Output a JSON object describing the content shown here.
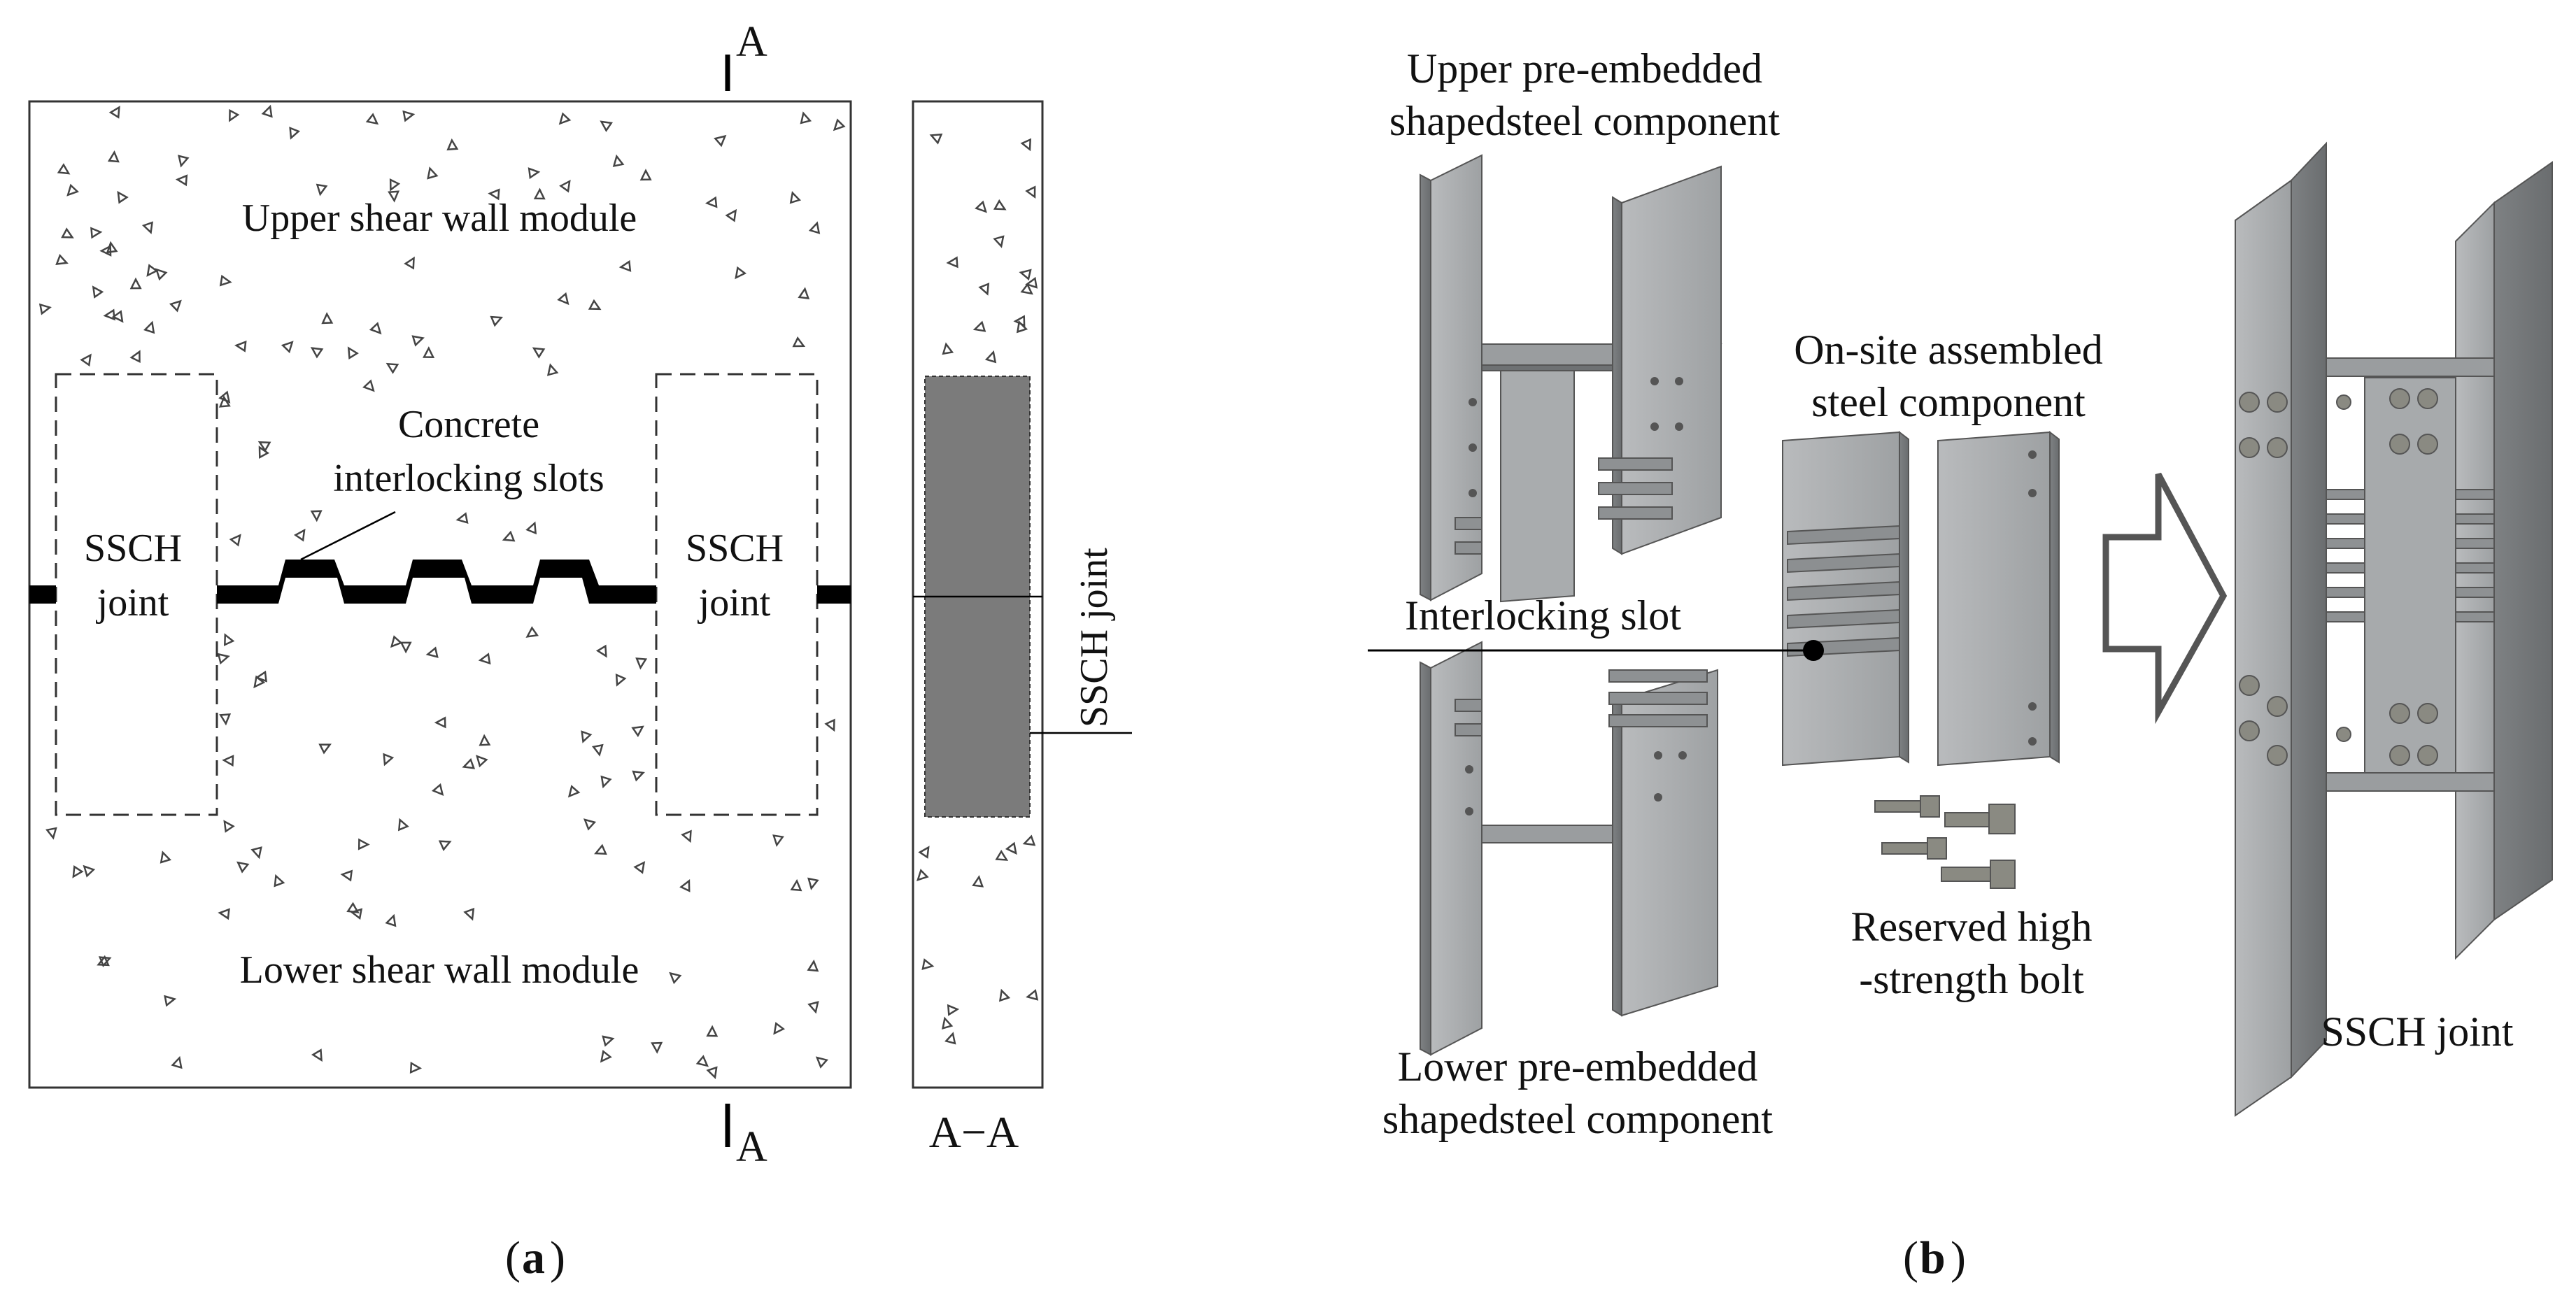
{
  "panel_a": {
    "section_mark_top": "A",
    "section_mark_bottom": "A",
    "upper_module": "Upper shear wall module",
    "lower_module": "Lower shear wall module",
    "slots_label_line1": "Concrete",
    "slots_label_line2": "interlocking slots",
    "ssch_left_line1": "SSCH",
    "ssch_left_line2": "joint",
    "ssch_right_line1": "SSCH",
    "ssch_right_line2": "joint",
    "section_ssch_label": "SSCH joint",
    "section_title": "A−A",
    "caption_open": "(",
    "caption_letter": "a",
    "caption_close": ")"
  },
  "panel_b": {
    "upper_label_line1": "Upper pre-embedded",
    "upper_label_line2": "shapedsteel component",
    "onsite_line1": "On-site assembled",
    "onsite_line2": "steel component",
    "interlocking_slot": "Interlocking slot",
    "bolt_line1": "Reserved high",
    "bolt_line2": "-strength bolt",
    "lower_label_line1": "Lower pre-embedded",
    "lower_label_line2": "shapedsteel component",
    "assembled_label": "SSCH joint",
    "caption_open": "(",
    "caption_letter": "b",
    "caption_close": ")"
  },
  "colors": {
    "steel_light": "#aeb0b2",
    "steel_mid": "#8d9092",
    "steel_dark": "#66696b",
    "bolt": "#8a8a82",
    "joint_band": "#000000",
    "section_fill": "#7b7b7b"
  }
}
